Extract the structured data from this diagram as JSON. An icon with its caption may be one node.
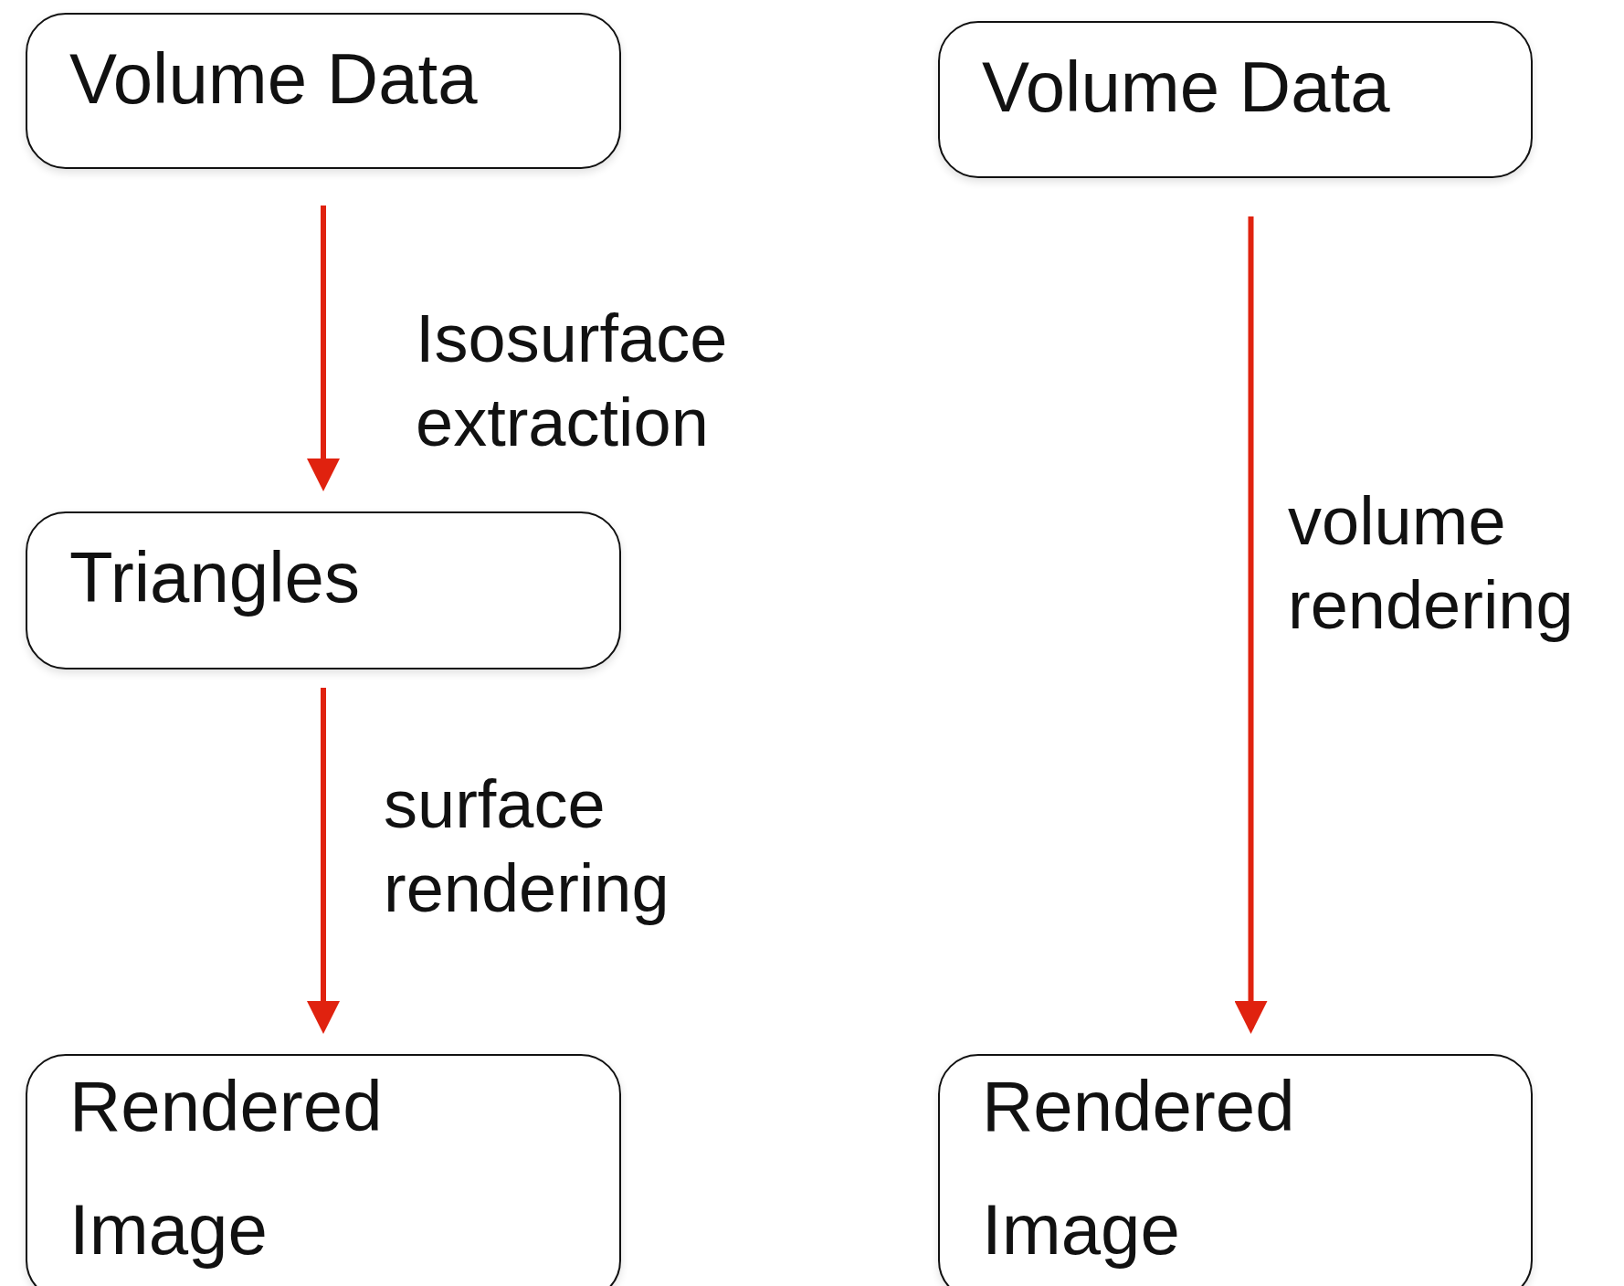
{
  "diagram": {
    "nodes": [
      {
        "text": [
          "Volume Data"
        ]
      },
      {
        "text": [
          "Triangles"
        ]
      },
      {
        "text": [
          "Rendered Image"
        ]
      },
      {
        "text": [
          "Volume Data"
        ]
      },
      {
        "text": [
          "Rendered Image"
        ]
      }
    ],
    "edges": [
      {
        "from": 0,
        "to": 1,
        "arrow": "to",
        "label": "Isosurface extraction"
      },
      {
        "from": 1,
        "to": 2,
        "arrow": "to",
        "label": "surface rendering"
      },
      {
        "from": 3,
        "to": 4,
        "arrow": "to",
        "label": "volume rendering"
      }
    ]
  }
}
